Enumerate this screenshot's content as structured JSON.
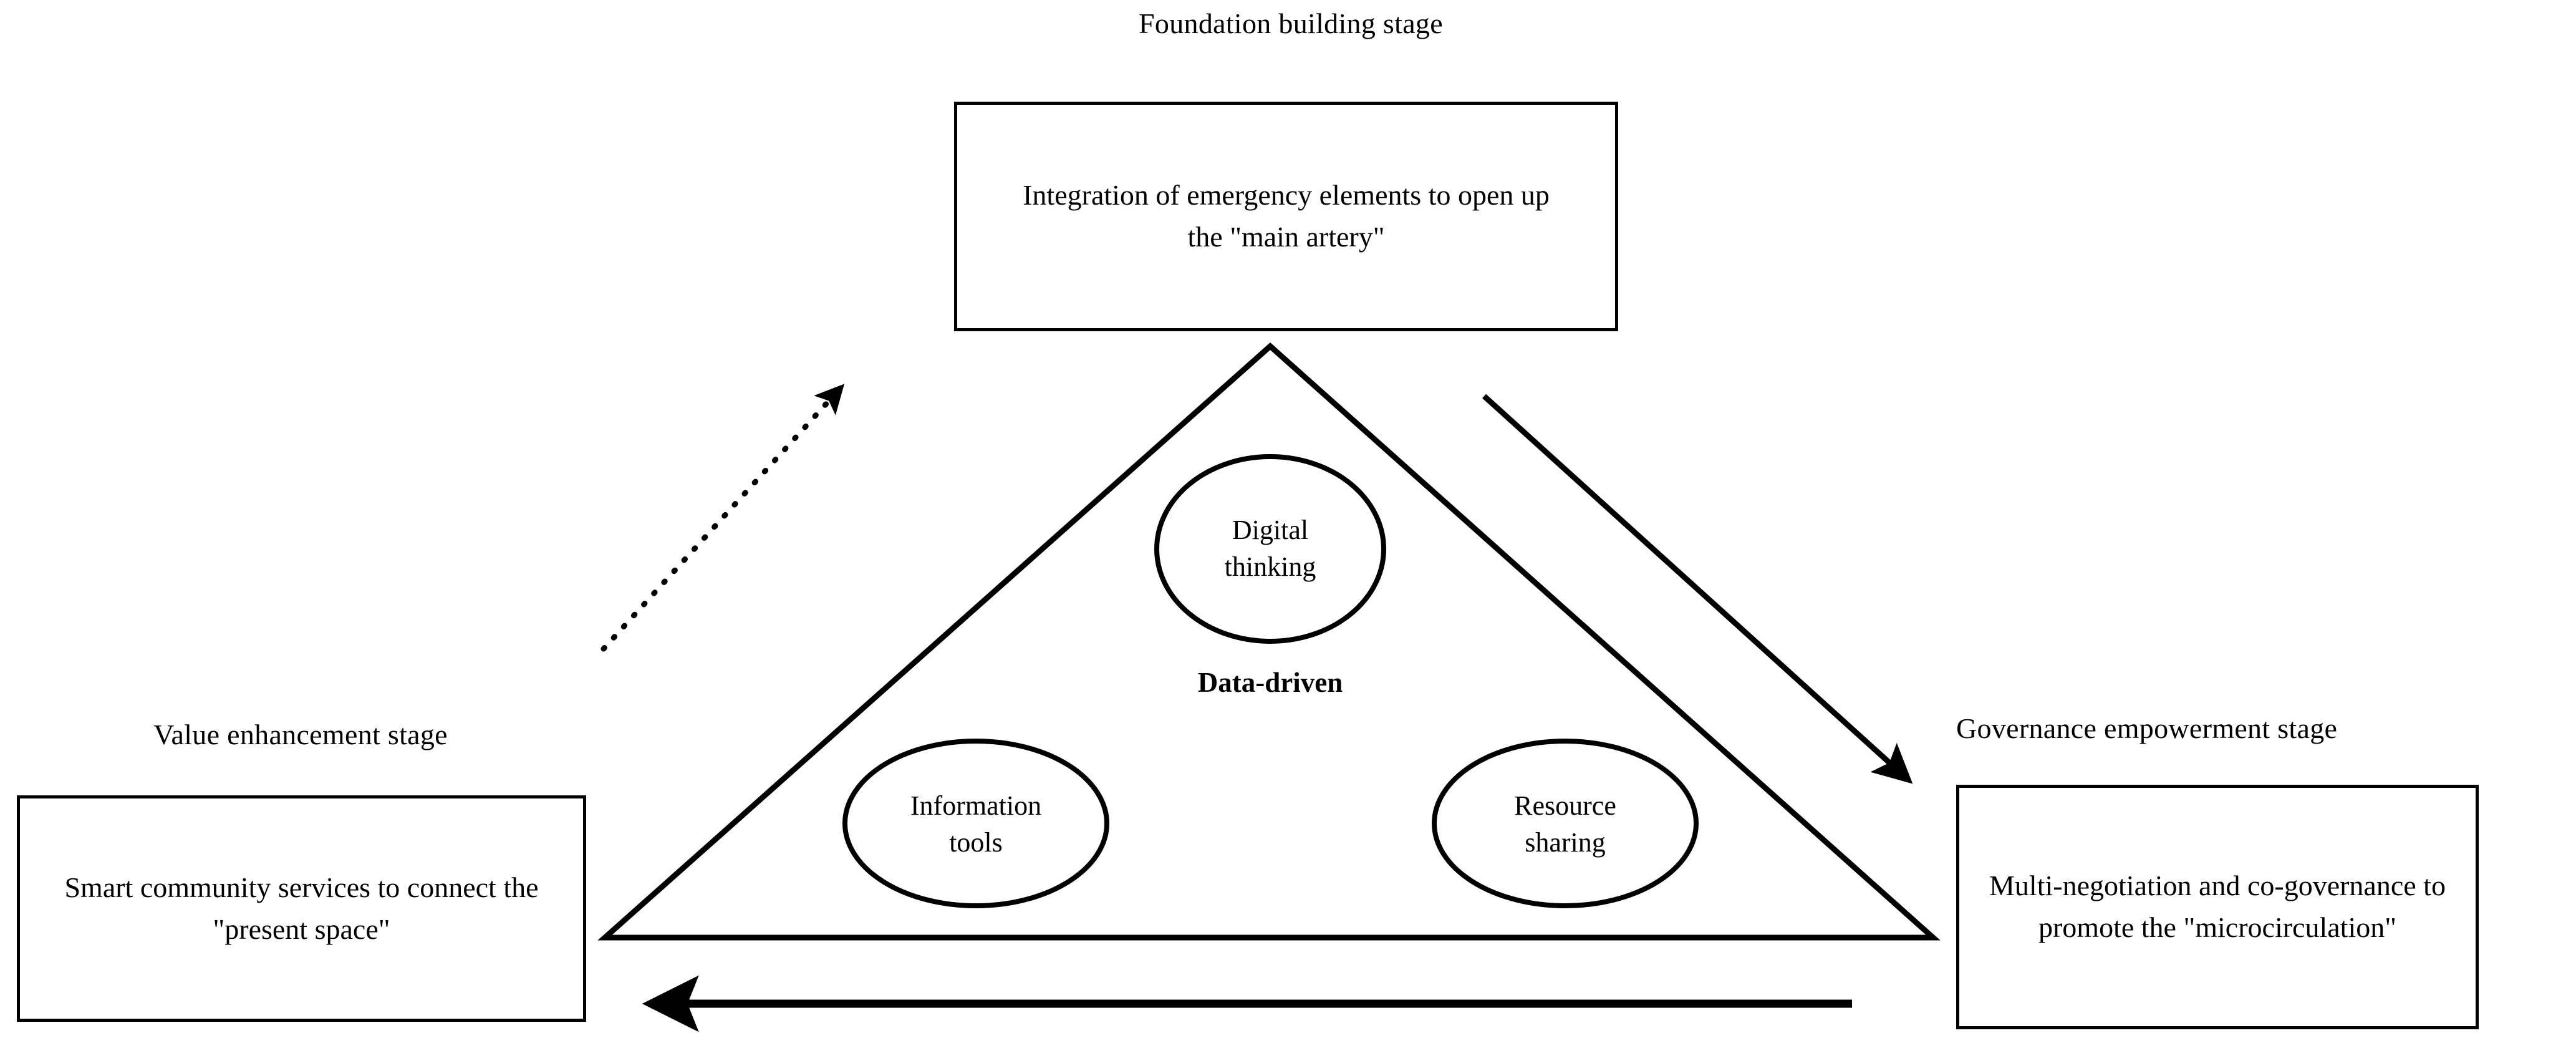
{
  "diagram": {
    "title_top": "Foundation building stage",
    "title_left": "Value enhancement stage",
    "title_right": "Governance empowerment stage",
    "center_label": "Data-driven",
    "boxes": {
      "top": "Integration of emergency elements to open up the \"main artery\"",
      "left": "Smart community services to connect the \"present space\"",
      "right": "Multi-negotiation and co-governance to promote the \"microcirculation\""
    },
    "ellipses": [
      {
        "id": "digital-thinking",
        "line1": "Digital",
        "line2": "thinking"
      },
      {
        "id": "information-tools",
        "line1": "Information",
        "line2": "tools"
      },
      {
        "id": "resource-sharing",
        "line1": "Resource",
        "line2": "sharing"
      }
    ],
    "connectors": [
      {
        "id": "left-to-top",
        "style": "dotted",
        "direction": "up-right",
        "label": ""
      },
      {
        "id": "top-to-right",
        "style": "solid",
        "direction": "down-right",
        "label": ""
      },
      {
        "id": "right-to-left",
        "style": "solid",
        "direction": "left",
        "label": ""
      }
    ],
    "colors": {
      "stroke": "#000000",
      "background": "#ffffff"
    }
  }
}
